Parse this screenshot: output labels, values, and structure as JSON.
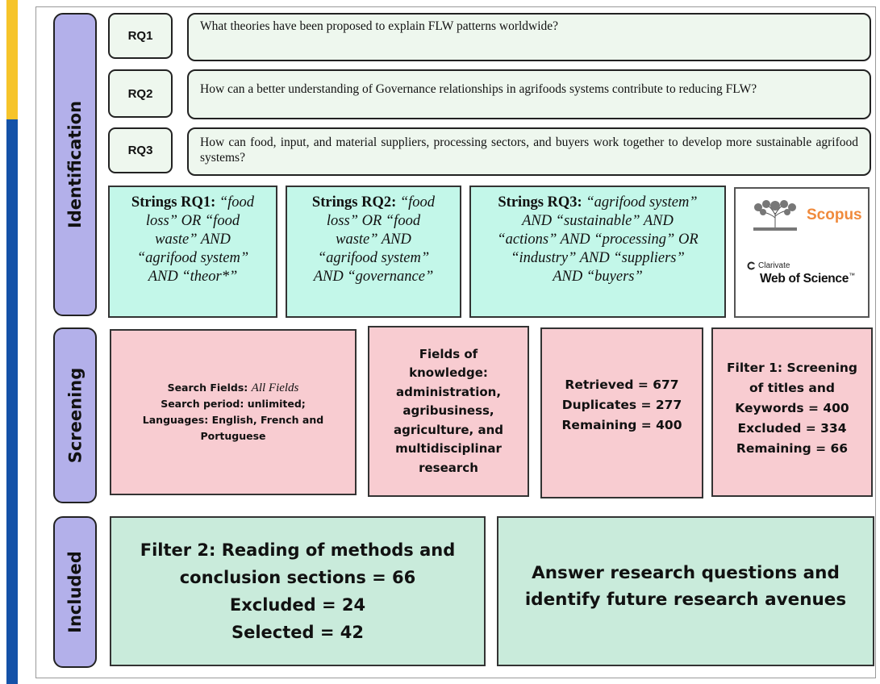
{
  "phases": {
    "identification": "Identification",
    "screening": "Screening",
    "included": "Included"
  },
  "research_questions": [
    {
      "label": "RQ1",
      "text": "What theories have been proposed to explain FLW patterns worldwide?"
    },
    {
      "label": "RQ2",
      "text": "How can a better understanding of Governance relationships in agrifoods systems contribute to reducing FLW?"
    },
    {
      "label": "RQ3",
      "text": "How can food, input, and material suppliers, processing sectors, and buyers work together to develop more sustainable agrifood systems?"
    }
  ],
  "strings": {
    "rq1": {
      "title": "Strings RQ1:",
      "lines": [
        "“food",
        "loss” OR “food",
        "waste” AND",
        "“agrifood system”",
        "AND “theor*”"
      ]
    },
    "rq2": {
      "title": "Strings RQ2:",
      "lines": [
        "“food",
        "loss” OR “food",
        "waste” AND",
        "“agrifood system”",
        "AND “governance”"
      ]
    },
    "rq3": {
      "title": "Strings RQ3:",
      "lines": [
        "“agrifood system”",
        "AND “sustainable” AND",
        "“actions” AND “processing” OR",
        "“industry” AND “suppliers”",
        "AND “buyers”"
      ]
    }
  },
  "databases": {
    "scopus": "Scopus",
    "clarivate": "Clarivate",
    "wos": "Web of Science",
    "tm": "™"
  },
  "screening": {
    "search": {
      "fields_label": "Search Fields:",
      "fields_value": "All Fields",
      "period": "Search period: unlimited;",
      "languages": "Languages: English, French and Portuguese"
    },
    "fields_of_knowledge": [
      "Fields of",
      "knowledge:",
      "administration,",
      "agribusiness,",
      "agriculture, and",
      "multidisciplinar",
      "research"
    ],
    "counts": [
      "Retrieved = 677",
      "Duplicates = 277",
      "Remaining = 400"
    ],
    "filter1": [
      "Filter 1: Screening",
      "of titles and",
      "Keywords = 400",
      "Excluded = 334",
      "Remaining = 66"
    ]
  },
  "included": {
    "filter2": [
      "Filter 2: Reading of methods and",
      "conclusion sections = 66",
      "Excluded = 24",
      "Selected = 42"
    ],
    "answer": [
      "Answer research questions and",
      "identify future research avenues"
    ]
  },
  "colors": {
    "phase": "#b3b0ea",
    "rq": "#eef7ee",
    "strings": "#c3f7e9",
    "screening": "#f8ccd1",
    "included": "#c9ebdb",
    "scopus": "#f08a3c",
    "accent_gold": "#f6c42a",
    "accent_blue": "#1452a8"
  }
}
